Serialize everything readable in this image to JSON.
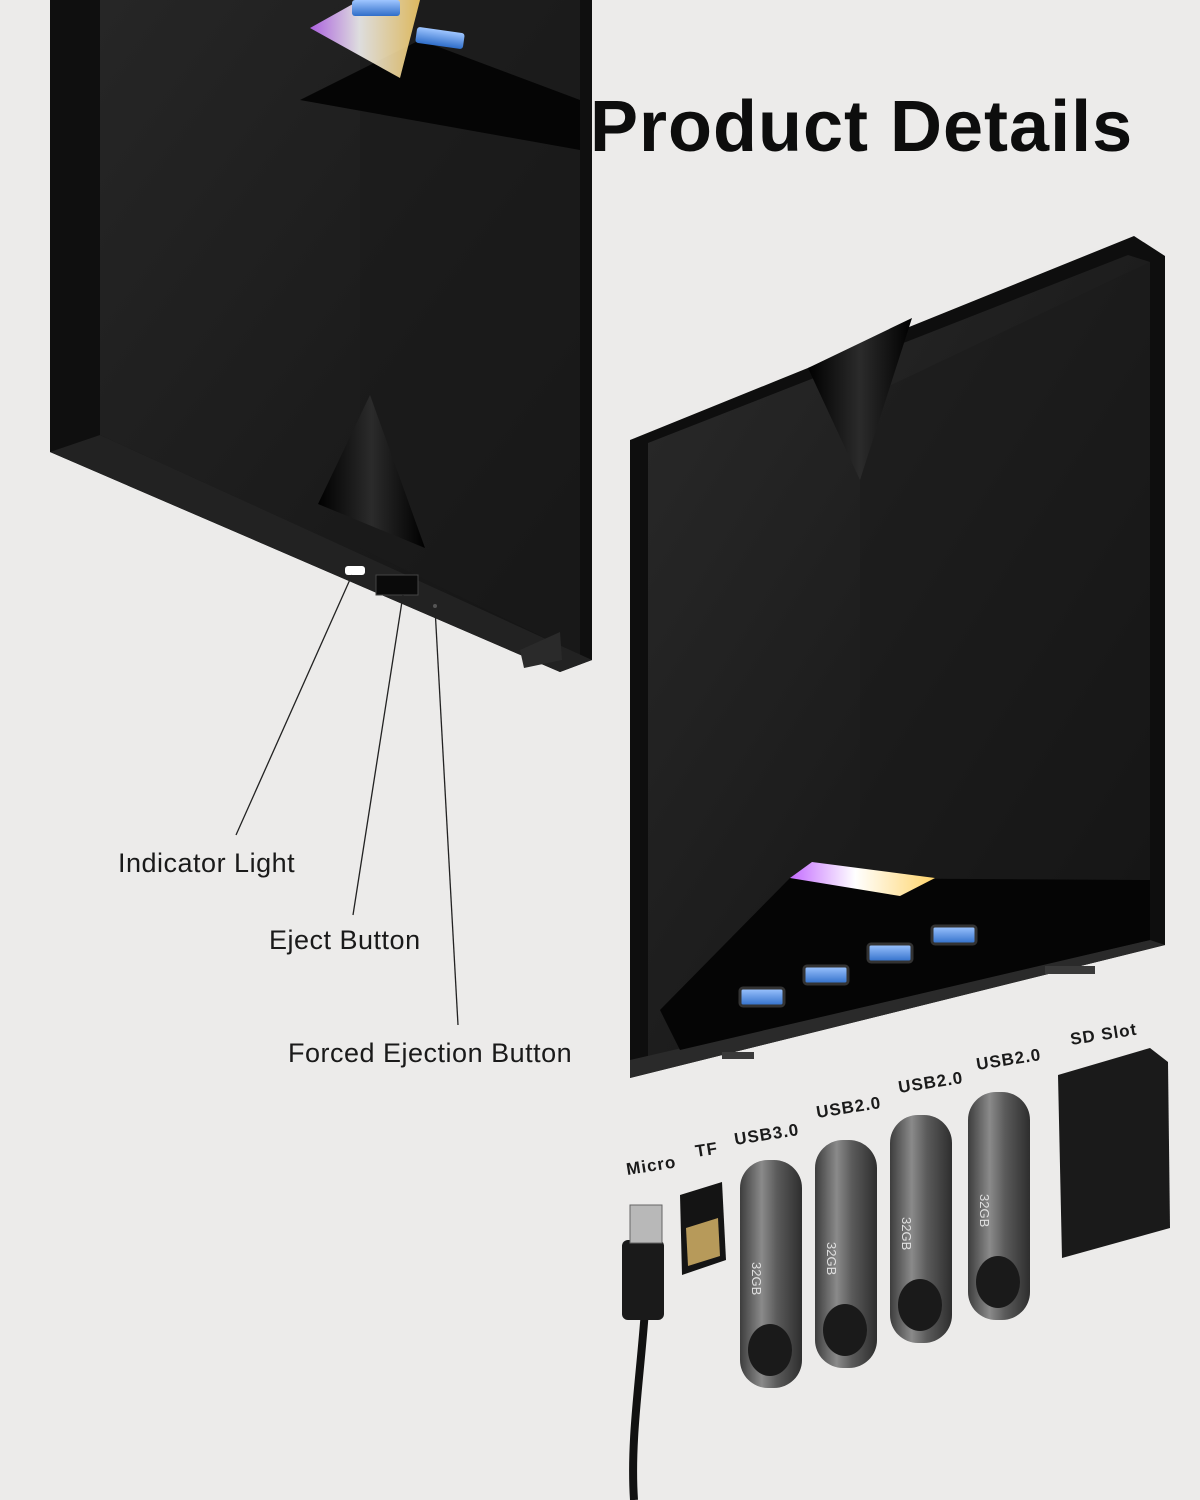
{
  "title": "Product Details",
  "callouts": {
    "indicator": "Indicator Light",
    "eject": "Eject Button",
    "forced": "Forced Ejection Button"
  },
  "ports": {
    "micro": "Micro",
    "tf": "TF",
    "usb30": "USB3.0",
    "usb20a": "USB2.0",
    "usb20b": "USB2.0",
    "usb20c": "USB2.0",
    "sd": "SD Slot"
  },
  "drive_label": "32GB",
  "colors": {
    "background": "#ecebea",
    "device": "#1c1c1c",
    "port_glow": "#3a7bd5"
  }
}
